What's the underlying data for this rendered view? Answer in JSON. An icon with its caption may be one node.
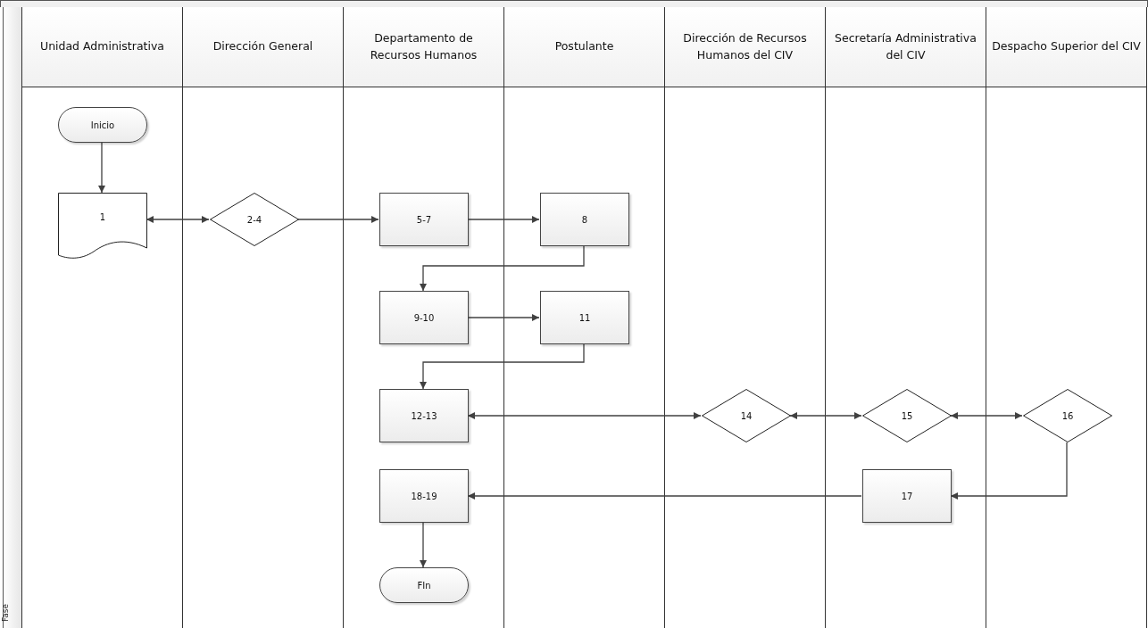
{
  "diagram": {
    "nodes": [
      {
        "text": [
          "Unidad Administrativa"
        ]
      },
      {
        "text": [
          "Dirección General"
        ]
      },
      {
        "text": [
          "Departamento de Recursos Humanos"
        ]
      },
      {
        "text": [
          "Postulante"
        ]
      },
      {
        "text": [
          "Dirección de Recursos Humanos del CIV"
        ]
      },
      {
        "text": [
          "Secretaría Administrativa del CIV"
        ]
      },
      {
        "text": [
          "Despacho Superior del CIV"
        ]
      },
      {
        "text": [
          "Inicio"
        ],
        "in": 0
      },
      {
        "text": [
          "1"
        ],
        "in": 0
      },
      {
        "text": [
          "2-4"
        ],
        "in": 1
      },
      {
        "text": [
          "5-7"
        ],
        "in": 2
      },
      {
        "text": [
          "8"
        ],
        "in": 3
      },
      {
        "text": [
          "9-10"
        ],
        "in": 2
      },
      {
        "text": [
          "11"
        ],
        "in": 3
      },
      {
        "text": [
          "12-13"
        ],
        "in": 2
      },
      {
        "text": [
          "14"
        ],
        "in": 4
      },
      {
        "text": [
          "15"
        ],
        "in": 5
      },
      {
        "text": [
          "16"
        ],
        "in": 6
      },
      {
        "text": [
          "18-19"
        ],
        "in": 2
      },
      {
        "text": [
          "17"
        ],
        "in": 5
      },
      {
        "text": [
          "FIn"
        ],
        "in": 2
      }
    ],
    "edges": [
      {
        "from": 7,
        "to": 8,
        "arrow": "to"
      },
      {
        "from": 8,
        "to": 9,
        "arrow": "both"
      },
      {
        "from": 9,
        "to": 10,
        "arrow": "to"
      },
      {
        "from": 10,
        "to": 11,
        "arrow": "to"
      },
      {
        "from": 11,
        "to": 12,
        "arrow": "to"
      },
      {
        "from": 12,
        "to": 13,
        "arrow": "to"
      },
      {
        "from": 13,
        "to": 14,
        "arrow": "to"
      },
      {
        "from": 14,
        "to": 15,
        "arrow": "both"
      },
      {
        "from": 15,
        "to": 16,
        "arrow": "both"
      },
      {
        "from": 16,
        "to": 17,
        "arrow": "both"
      },
      {
        "from": 17,
        "to": 19,
        "arrow": "to"
      },
      {
        "from": 19,
        "to": 18,
        "arrow": "to"
      },
      {
        "from": 18,
        "to": 20,
        "arrow": "to"
      }
    ],
    "labels": [
      "Fase"
    ]
  }
}
